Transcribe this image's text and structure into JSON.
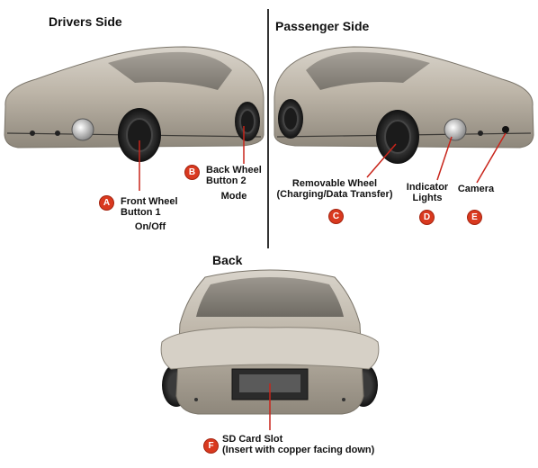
{
  "sections": {
    "drivers": "Drivers Side",
    "passenger": "Passenger Side",
    "back": "Back"
  },
  "callouts": {
    "a": {
      "letter": "A",
      "title": "Front Wheel\nButton 1",
      "sub": "On/Off"
    },
    "b": {
      "letter": "B",
      "title": "Back Wheel\nButton 2",
      "sub": "Mode"
    },
    "c": {
      "letter": "C",
      "title": "Removable Wheel\n(Charging/Data Transfer)"
    },
    "d": {
      "letter": "D",
      "title": "Indicator\nLights"
    },
    "e": {
      "letter": "E",
      "title": "Camera"
    },
    "f": {
      "letter": "F",
      "title": "SD Card Slot\n(Insert with copper facing down)"
    }
  },
  "colors": {
    "badge": "#d9391f",
    "pointer": "#c8241a",
    "body": "#b9b1a4",
    "tire": "#1b1b1b"
  }
}
